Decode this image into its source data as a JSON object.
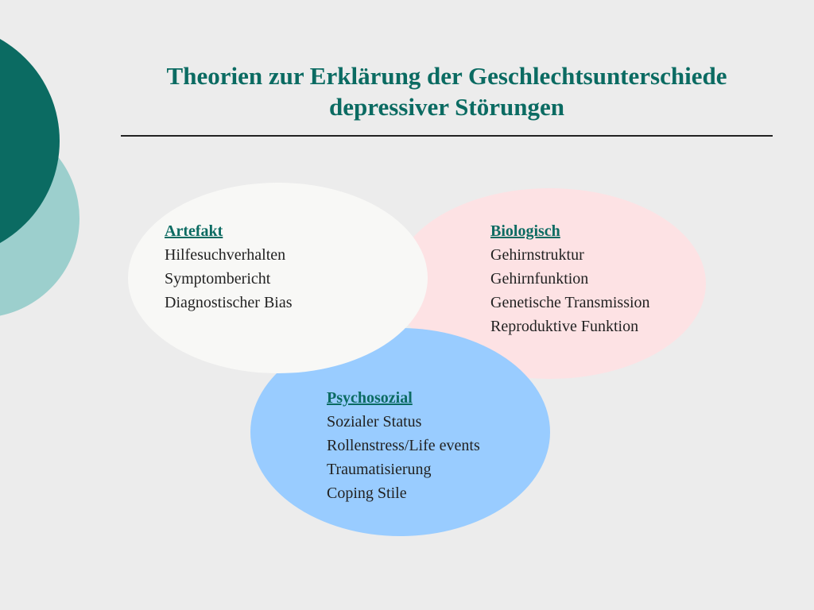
{
  "title": {
    "line1": "Theorien zur Erklärung der Geschlechtsunterschiede",
    "line2": "depressiver Störungen"
  },
  "colors": {
    "accent": "#0b6b62",
    "accent_light": "#9ccfcd",
    "artefakt_fill": "#f8f8f6",
    "biologisch_fill": "#fde2e4",
    "psychosozial_fill": "#99ccff"
  },
  "groups": {
    "artefakt": {
      "heading": "Artefakt",
      "items": [
        "Hilfesuchverhalten",
        "Symptombericht",
        "Diagnostischer Bias"
      ]
    },
    "biologisch": {
      "heading": "Biologisch",
      "items": [
        "Gehirnstruktur",
        "Gehirnfunktion",
        "Genetische Transmission",
        "Reproduktive Funktion"
      ]
    },
    "psychosozial": {
      "heading": "Psychosozial",
      "items": [
        "Sozialer Status",
        "Rollenstress/Life events",
        "Traumatisierung",
        "Coping Stile"
      ]
    }
  }
}
